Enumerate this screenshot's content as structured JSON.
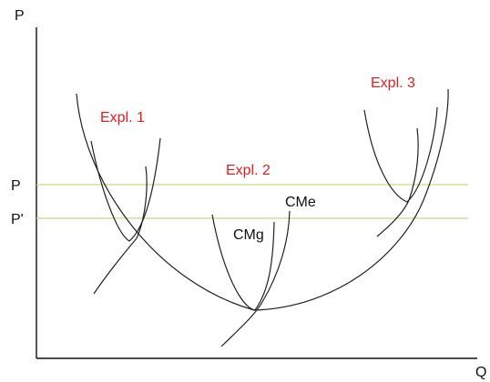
{
  "axes": {
    "y_label": "P",
    "x_label": "Q"
  },
  "price_lines": {
    "p_label": "P",
    "p_prime_label": "P'",
    "color": "#c8d98a"
  },
  "examples": {
    "expl1_label": "Expl. 1",
    "expl2_label": "Expl. 2",
    "expl3_label": "Expl. 3",
    "label_color": "#e02020"
  },
  "curve_labels": {
    "cme": "CMe",
    "cmg": "CMg"
  }
}
